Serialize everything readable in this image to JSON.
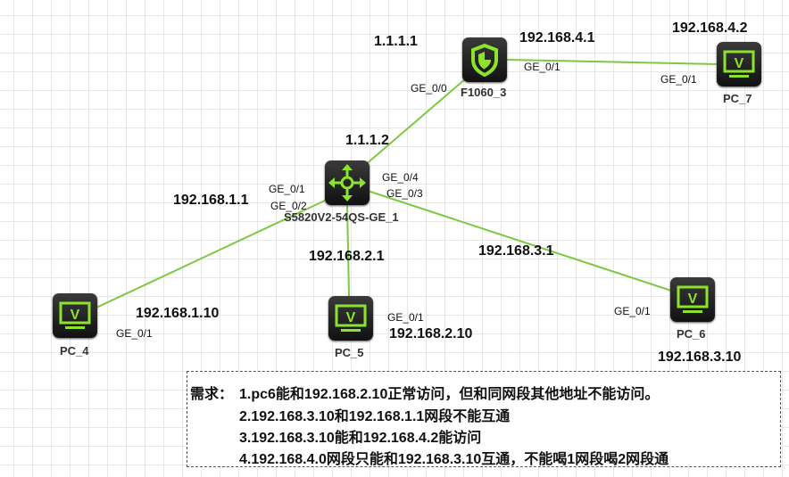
{
  "devices": {
    "firewall": {
      "name": "F1060_3",
      "ip": "1.1.1.1",
      "ip2": "192.168.4.1",
      "port_pc7": "GE_0/1",
      "port_sw": "GE_0/0"
    },
    "switch": {
      "name": "S5820V2-54QS-GE_1",
      "ip_up": "1.1.1.2",
      "ip_pc4": "192.168.1.1",
      "ip_pc5": "192.168.2.1",
      "ip_pc6": "192.168.3.1",
      "ports": [
        "GE_0/1",
        "GE_0/2",
        "GE_0/4",
        "GE_0/3"
      ]
    },
    "pc4": {
      "name": "PC_4",
      "ip": "192.168.1.10",
      "port": "GE_0/1"
    },
    "pc5": {
      "name": "PC_5",
      "ip": "192.168.2.10",
      "port": "GE_0/1"
    },
    "pc6": {
      "name": "PC_6",
      "ip": "192.168.3.10",
      "port": "GE_0/1"
    },
    "pc7": {
      "name": "PC_7",
      "ip": "192.168.4.2",
      "port": "GE_0/1"
    }
  },
  "colors": {
    "link": "#7dc840",
    "icon": "#8de22c"
  },
  "requirements": {
    "prefix": "需求：",
    "items": [
      "1.pc6能和192.168.2.10正常访问，但和同网段其他地址不能访问。",
      "2.192.168.3.10和192.168.1.1网段不能互通",
      "3.192.168.3.10能和192.168.4.2能访问",
      "4.192.168.4.0网段只能和192.168.3.10互通，不能喝1网段喝2网段通"
    ]
  }
}
